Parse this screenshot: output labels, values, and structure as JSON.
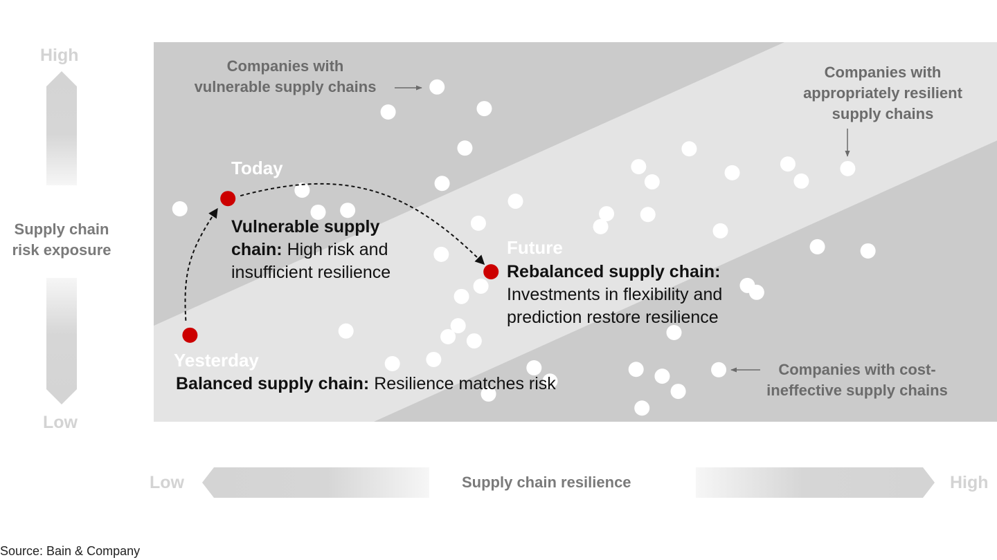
{
  "colors": {
    "band_dark": "#cbcbcb",
    "band_light": "#e4e4e4",
    "company_dot": "#ffffff",
    "stage_dot": "#cc0000",
    "axis_arrow": "#d4d4d4",
    "annotation_arrow": "#6b6b6b",
    "path_arrow": "#111111"
  },
  "chart_data": {
    "type": "scatter",
    "title": "",
    "xlabel": "Supply chain resilience",
    "ylabel": "Supply chain risk exposure",
    "x_axis": {
      "low_label": "Low",
      "high_label": "High",
      "range": [
        0,
        1
      ]
    },
    "y_axis": {
      "low_label": "Low",
      "high_label": "High",
      "range": [
        0,
        1
      ]
    },
    "grid": false,
    "bands": [
      {
        "name": "Companies with vulnerable supply chains",
        "shade": "dark",
        "region": "above upper boundary"
      },
      {
        "name": "Companies with appropriately resilient supply chains",
        "shade": "light",
        "region": "between boundaries"
      },
      {
        "name": "Companies with cost-ineffective supply chains",
        "shade": "dark",
        "region": "below lower boundary"
      }
    ],
    "boundaries": {
      "upper": {
        "at_x0_y": 0.253,
        "at_y1_x": 0.748
      },
      "lower": {
        "at_y0_x": 0.261,
        "at_x1_y": 0.741
      }
    },
    "companies": [
      [
        0.336,
        0.882
      ],
      [
        0.278,
        0.816
      ],
      [
        0.392,
        0.825
      ],
      [
        0.369,
        0.721
      ],
      [
        0.342,
        0.628
      ],
      [
        0.429,
        0.581
      ],
      [
        0.385,
        0.523
      ],
      [
        0.341,
        0.441
      ],
      [
        0.176,
        0.61
      ],
      [
        0.195,
        0.552
      ],
      [
        0.23,
        0.557
      ],
      [
        0.031,
        0.561
      ],
      [
        0.228,
        0.239
      ],
      [
        0.388,
        0.357
      ],
      [
        0.365,
        0.33
      ],
      [
        0.361,
        0.253
      ],
      [
        0.349,
        0.224
      ],
      [
        0.38,
        0.213
      ],
      [
        0.332,
        0.164
      ],
      [
        0.283,
        0.153
      ],
      [
        0.451,
        0.142
      ],
      [
        0.47,
        0.107
      ],
      [
        0.397,
        0.073
      ],
      [
        0.635,
        0.719
      ],
      [
        0.575,
        0.672
      ],
      [
        0.591,
        0.632
      ],
      [
        0.686,
        0.656
      ],
      [
        0.752,
        0.679
      ],
      [
        0.768,
        0.634
      ],
      [
        0.823,
        0.667
      ],
      [
        0.537,
        0.548
      ],
      [
        0.53,
        0.514
      ],
      [
        0.586,
        0.546
      ],
      [
        0.672,
        0.503
      ],
      [
        0.787,
        0.461
      ],
      [
        0.847,
        0.45
      ],
      [
        0.704,
        0.359
      ],
      [
        0.715,
        0.341
      ],
      [
        0.617,
        0.235
      ],
      [
        0.572,
        0.138
      ],
      [
        0.603,
        0.12
      ],
      [
        0.622,
        0.08
      ],
      [
        0.579,
        0.036
      ],
      [
        0.67,
        0.137
      ]
    ],
    "stages": [
      {
        "id": "yesterday",
        "label": "Yesterday",
        "x": 0.043,
        "y": 0.228,
        "heading": "Balanced supply chain:",
        "text": "Resilience matches risk"
      },
      {
        "id": "today",
        "label": "Today",
        "x": 0.088,
        "y": 0.588,
        "heading": "Vulnerable supply chain:",
        "text": "High risk and insufficient resilience"
      },
      {
        "id": "future",
        "label": "Future",
        "x": 0.4,
        "y": 0.395,
        "heading": "Rebalanced supply chain:",
        "text": "Investments in flexibility and prediction restore resilience"
      }
    ],
    "path": [
      "yesterday",
      "today",
      "future"
    ]
  },
  "labels": {
    "y_high": "High",
    "y_low": "Low",
    "y_title_line1": "Supply chain",
    "y_title_line2": "risk exposure",
    "x_low": "Low",
    "x_high": "High",
    "x_title": "Supply chain resilience",
    "annot_vulnerable_1": "Companies with",
    "annot_vulnerable_2": "vulnerable supply chains",
    "annot_resilient_1": "Companies with",
    "annot_resilient_2": "appropriately resilient",
    "annot_resilient_3": "supply chains",
    "annot_cost_1": "Companies with cost-",
    "annot_cost_2": "ineffective supply chains",
    "stage_today": "Today",
    "stage_future": "Future",
    "stage_yesterday": "Yesterday",
    "today_bold_1": "Vulnerable supply",
    "today_bold_2": "chain:",
    "today_text_2": " High risk and",
    "today_text_3": "insufficient resilience",
    "future_bold_1": "Rebalanced supply chain:",
    "future_text_2": "Investments in flexibility and",
    "future_text_3": "prediction restore resilience",
    "yesterday_bold": "Balanced supply chain:",
    "yesterday_text": " Resilience matches risk",
    "source": "Source: Bain & Company"
  }
}
